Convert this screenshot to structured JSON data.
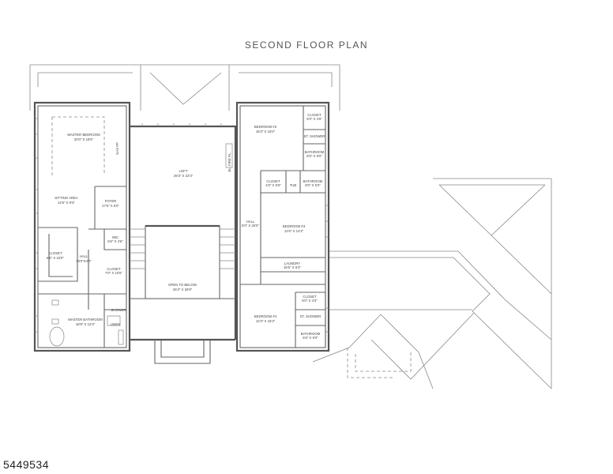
{
  "title": "SECOND FLOOR PLAN",
  "listing_id": "5449534",
  "rooms": [
    {
      "key": "master_bedroom",
      "name": "MASTER BEDROOM",
      "dims": "20'0\" X 19'6\""
    },
    {
      "key": "sitting_area",
      "name": "SITTING AREA",
      "dims": "12'6\" X 9'3\""
    },
    {
      "key": "foyer",
      "name": "FOYER",
      "dims": "17'6\" X 6'0\""
    },
    {
      "key": "wic",
      "name": "WIC",
      "dims": "6'6\" X 4'6\""
    },
    {
      "key": "closet_left",
      "name": "CLOSET",
      "dims": "6'6\" X 15'0\""
    },
    {
      "key": "hall_left",
      "name": "HALL",
      "dims": "30'0\"X4'0\""
    },
    {
      "key": "closet_center",
      "name": "CLOSET",
      "dims": "7'0\" X 10'6\""
    },
    {
      "key": "master_bathroom",
      "name": "MASTER BATHROOM",
      "dims": "18'9\" X 12'3\""
    },
    {
      "key": "shower_master",
      "name": "SHOWER",
      "dims": ""
    },
    {
      "key": "loft",
      "name": "LOFT",
      "dims": "29'3\" X 22'3\""
    },
    {
      "key": "open_to_below",
      "name": "OPEN TO BELOW",
      "dims": "25'3\" X 26'9\""
    },
    {
      "key": "bedroom2",
      "name": "BEDROOM #2",
      "dims": "15'3\" X 16'0\""
    },
    {
      "key": "closet_bed2",
      "name": "CLOSET",
      "dims": "5'0\" X 4'6\""
    },
    {
      "key": "st_shower_bed2",
      "name": "ST. SHOWER",
      "dims": ""
    },
    {
      "key": "bathroom_bed2",
      "name": "BATHROOM",
      "dims": "8'0\" X 9'0\""
    },
    {
      "key": "closet_bed3",
      "name": "CLOSET",
      "dims": "4'0\" X 5'0\""
    },
    {
      "key": "tub",
      "name": "TUB",
      "dims": ""
    },
    {
      "key": "bathroom_bed3",
      "name": "BATHROOM",
      "dims": "8'0\" X 5'0\""
    },
    {
      "key": "hall_right",
      "name": "HALL",
      "dims": "5'0\" X 26'0\""
    },
    {
      "key": "bedroom3",
      "name": "BEDROOM #3",
      "dims": "12'6\" X 14'3\""
    },
    {
      "key": "laundry",
      "name": "LAUNDRY",
      "dims": "15'6\" X 6'3\""
    },
    {
      "key": "bedroom4",
      "name": "BEDROOM #4",
      "dims": "12'3\" X 15'3\""
    },
    {
      "key": "closet_bed4",
      "name": "CLOSET",
      "dims": "5'0\" X 4'3\""
    },
    {
      "key": "st_shower_bed4",
      "name": "ST. SHOWER",
      "dims": ""
    },
    {
      "key": "bathroom_bed4",
      "name": "BATHROOM",
      "dims": "5'6\" X 9'0\""
    }
  ],
  "fixtures": {
    "fireplace_master": "GAS FP",
    "fireplace_loft": "EL. FIRE PL.",
    "linen": "LINEN"
  }
}
